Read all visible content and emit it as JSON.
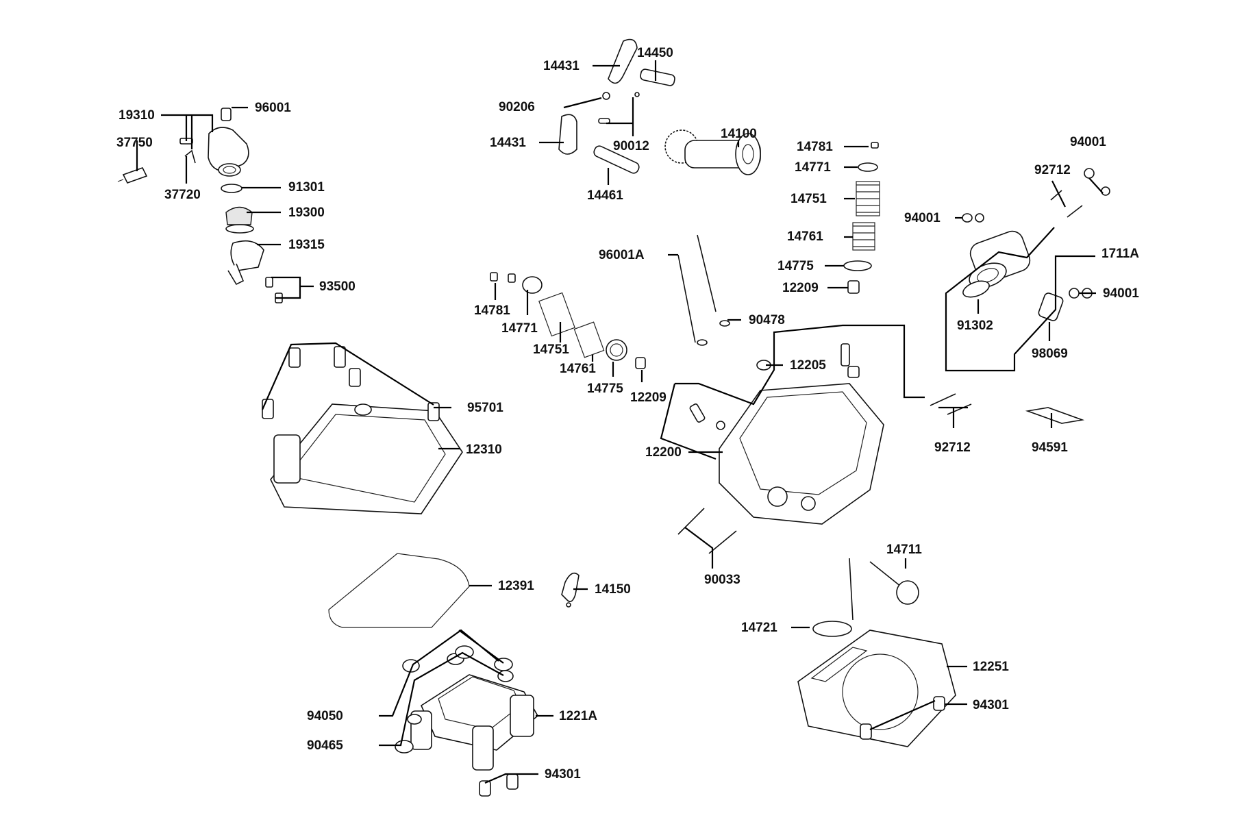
{
  "labels": {
    "p96001": "96001",
    "p19310": "19310",
    "p37750": "37750",
    "p37720": "37720",
    "p91301": "91301",
    "p19300": "19300",
    "p19315": "19315",
    "p93500": "93500",
    "p14431a": "14431",
    "p14450": "14450",
    "p90206": "90206",
    "p14431b": "14431",
    "p90012": "90012",
    "p14100": "14100",
    "p14461": "14461",
    "p14781a": "14781",
    "p14771a": "14771",
    "p14751a": "14751",
    "p14761a": "14761",
    "p14775a": "14775",
    "p12209a": "12209",
    "p94001a": "94001",
    "p92712a": "92712",
    "p94001b": "94001",
    "p1711A": "1711A",
    "p94001c": "94001",
    "p91302": "91302",
    "p98069": "98069",
    "p96001A": "96001A",
    "p90478": "90478",
    "p14781b": "14781",
    "p14771b": "14771",
    "p14751b": "14751",
    "p14761b": "14761",
    "p14775b": "14775",
    "p12209b": "12209",
    "p12205": "12205",
    "p95701": "95701",
    "p12310": "12310",
    "p12200": "12200",
    "p92712b": "92712",
    "p94591": "94591",
    "p90033": "90033",
    "p14711": "14711",
    "p12391": "12391",
    "p14150": "14150",
    "p14721": "14721",
    "p12251": "12251",
    "p94050": "94050",
    "p1221A": "1221A",
    "p94301a": "94301",
    "p90465": "90465",
    "p94301b": "94301"
  }
}
